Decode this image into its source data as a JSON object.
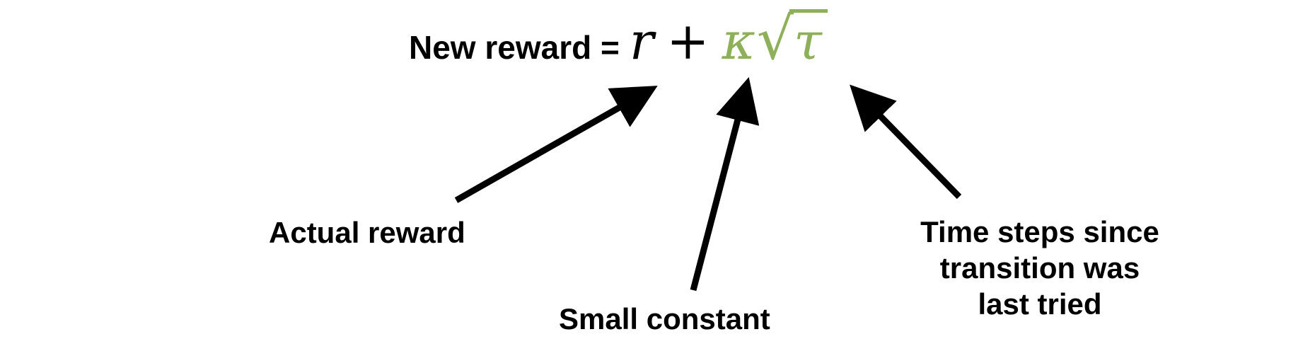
{
  "formula": {
    "prefix": "New reward =",
    "r": "r",
    "plus": "+",
    "kappa": "κ",
    "sqrt": "√",
    "tau": "τ"
  },
  "annotations": {
    "actual_reward": "Actual reward",
    "small_constant": "Small constant",
    "time_steps_line1": "Time steps since",
    "time_steps_line2": "transition was",
    "time_steps_line3": "last tried"
  },
  "colors": {
    "text": "#000000",
    "accent_green": "#8fb05a",
    "background": "#ffffff"
  }
}
